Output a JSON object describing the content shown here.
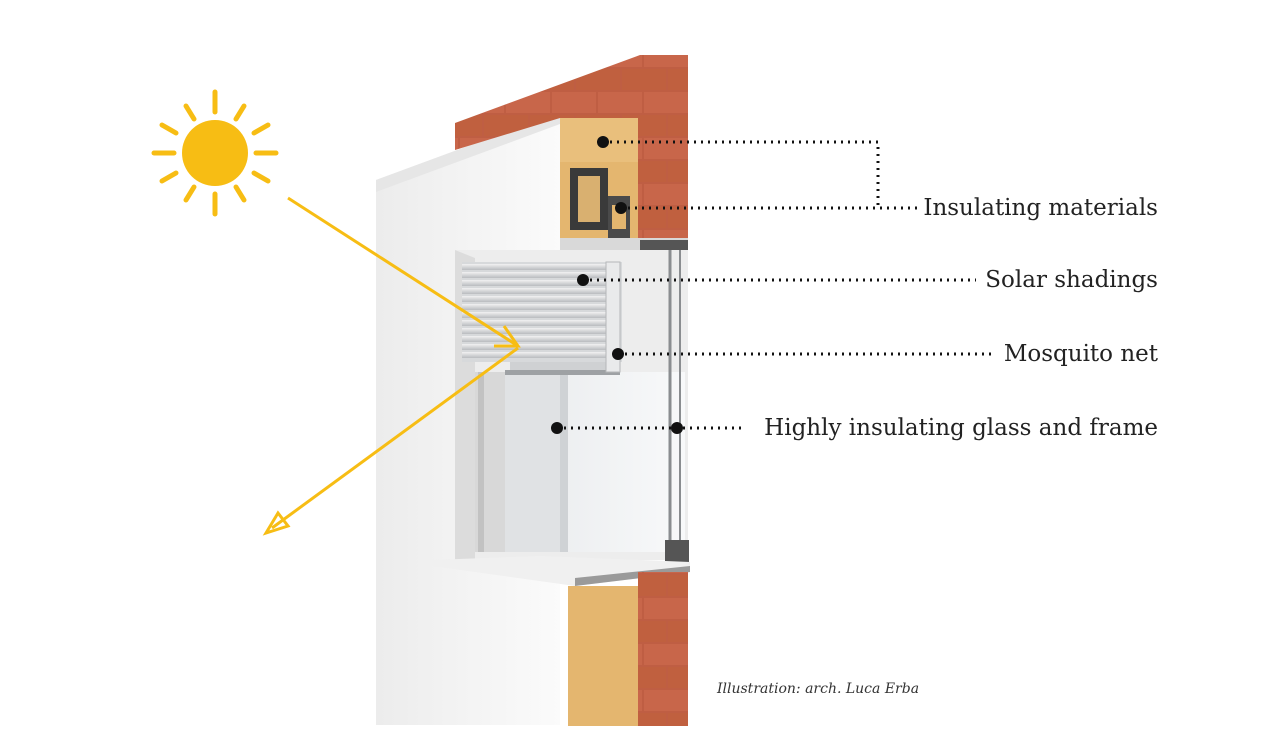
{
  "labels": {
    "insulating": "Insulating materials",
    "solar": "Solar shadings",
    "mosquito": "Mosquito net",
    "glass": "Highly insulating glass and frame"
  },
  "credit": "Illustration: arch. Luca Erba",
  "icons": {
    "sun": "sun-icon",
    "arrow": "sunlight-arrow"
  },
  "colors": {
    "brick": "#b8583f",
    "insulation": "#e2b46e",
    "wall": "#f4f4f4",
    "sun": "#f7bd14",
    "leader": "#111111"
  }
}
